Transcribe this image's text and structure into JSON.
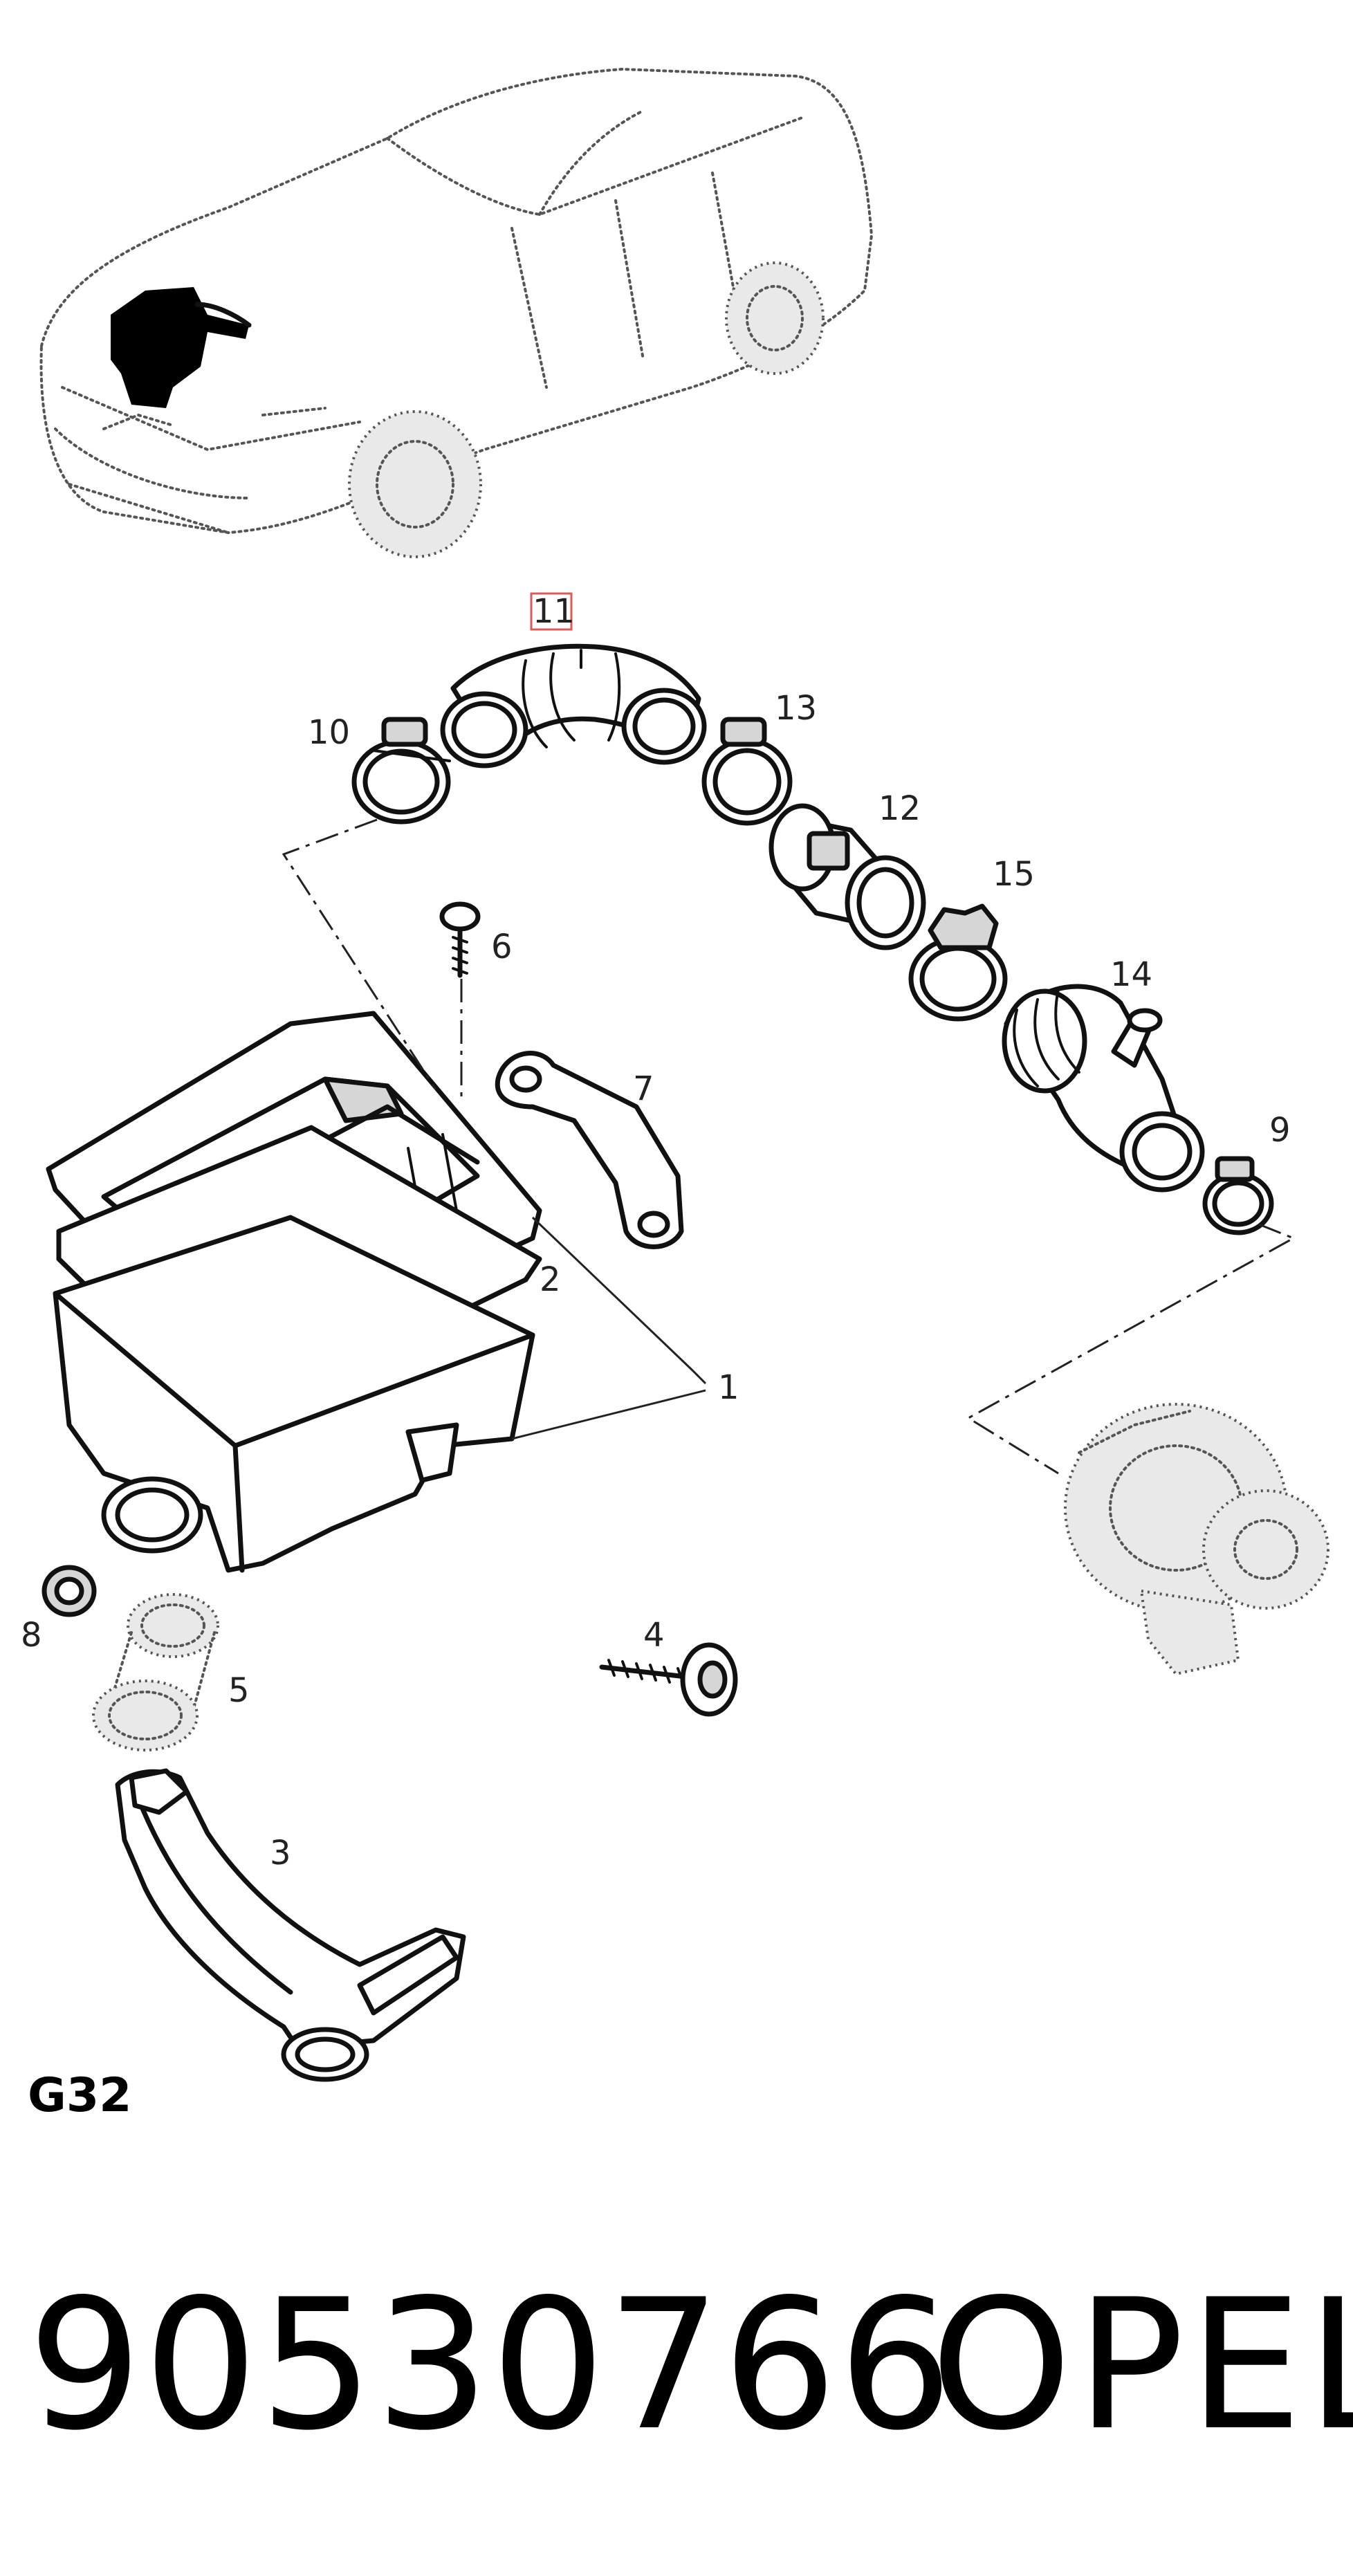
{
  "callouts": [
    "1",
    "2",
    "3",
    "4",
    "5",
    "6",
    "7",
    "8",
    "9",
    "10",
    "11",
    "12",
    "13",
    "14",
    "15"
  ],
  "highlighted_callout": "11",
  "group_code": "G32",
  "part_number": "90530766",
  "brand": "OPEL",
  "colors": {
    "ink": "#111111",
    "highlight": "#e05a5a",
    "ghost": "#555555"
  }
}
